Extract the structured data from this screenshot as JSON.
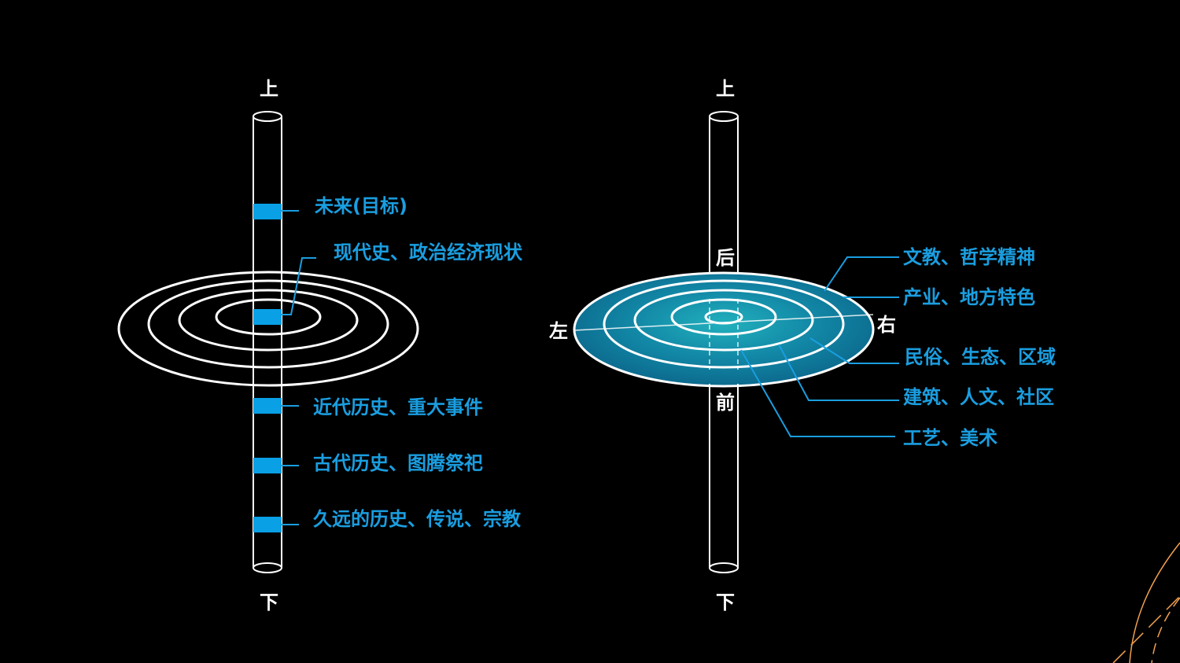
{
  "left_diagram": {
    "top_label": "上",
    "bottom_label": "下",
    "layers": [
      "未来(目标)",
      "现代史、政治经济现状",
      "近代历史、重大事件",
      "古代历史、图腾祭祀",
      "久远的历史、传说、宗教"
    ]
  },
  "right_diagram": {
    "top_label": "上",
    "bottom_label": "下",
    "back_label": "后",
    "front_label": "前",
    "left_label": "左",
    "right_label": "右",
    "rings": [
      "文教、哲学精神",
      "产业、地方特色",
      "民俗、生态、区域",
      "建筑、人文、社区",
      "工艺、美术"
    ]
  },
  "colors": {
    "background": "#000000",
    "accent": "#1a9ee0",
    "line": "#ffffff",
    "disc_outer": "#0e6e92",
    "disc_inner": "#19a0b4",
    "decor": "#f0a050"
  }
}
